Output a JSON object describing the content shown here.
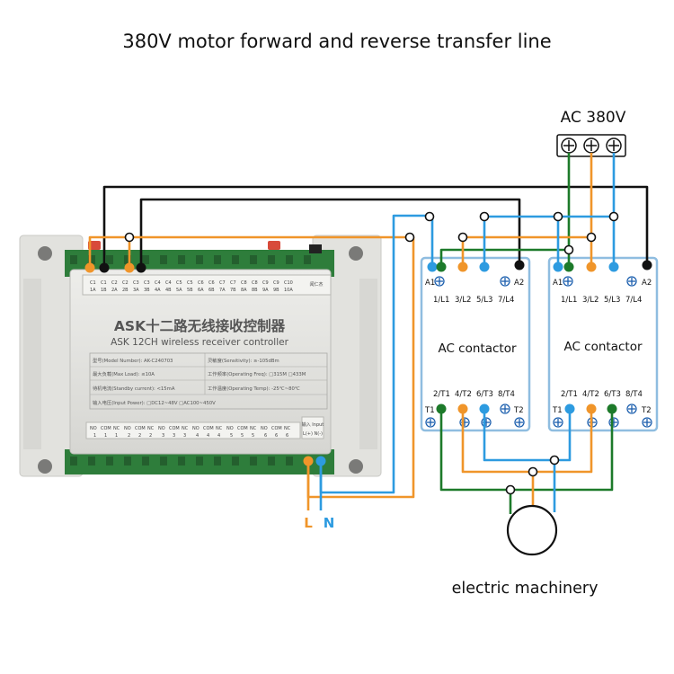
{
  "title": "380V motor forward and reverse transfer line",
  "supply_label": "AC 380V",
  "motor_label": "electric machinery",
  "power_input": {
    "l_label": "L",
    "n_label": "N"
  },
  "colors": {
    "black": "#111111",
    "green": "#1d7a2a",
    "orange": "#f0952a",
    "blue": "#2d9be0",
    "controller_case": "#e4e4e0",
    "terminal_green": "#2e7d3b"
  },
  "controller": {
    "title_cn": "ASK十二路无线接收控制器",
    "title_en": "ASK 12CH wireless receiver controller",
    "brand": "闻仁杰",
    "spec_rows": [
      {
        "left": "型号(Model Number): AK-C240703",
        "right": "灵敏度(Sensitivity): ≥-105dBm"
      },
      {
        "left": "最大负载(Max Load): ≤10A",
        "right": "工作频率(Operating Freq): □315M □433M"
      },
      {
        "left": "待机电流(Standby current): <15mA",
        "right": "工作温度(Operating Temp): -25℃~80℃"
      },
      {
        "left": "输入电压(Input Power): □DC12~48V □AC100~450V",
        "right": ""
      }
    ],
    "input_label": "输入 Input"
  },
  "contactors": [
    {
      "label": "AC contactor",
      "top_left_coil": "A1",
      "top_right_coil": "A2",
      "bottom_left_coil": "T1",
      "bottom_right_coil": "T2",
      "top_terminals": [
        "1/L1",
        "3/L2",
        "5/L3",
        "7/L4"
      ],
      "bottom_terminals": [
        "2/T1",
        "4/T2",
        "6/T3",
        "8/T4"
      ]
    },
    {
      "label": "AC contactor",
      "top_left_coil": "A1",
      "top_right_coil": "A2",
      "bottom_left_coil": "T1",
      "bottom_right_coil": "T2",
      "top_terminals": [
        "1/L1",
        "3/L2",
        "5/L3",
        "7/L4"
      ],
      "bottom_terminals": [
        "2/T1",
        "4/T2",
        "6/T3",
        "8/T4"
      ]
    }
  ]
}
